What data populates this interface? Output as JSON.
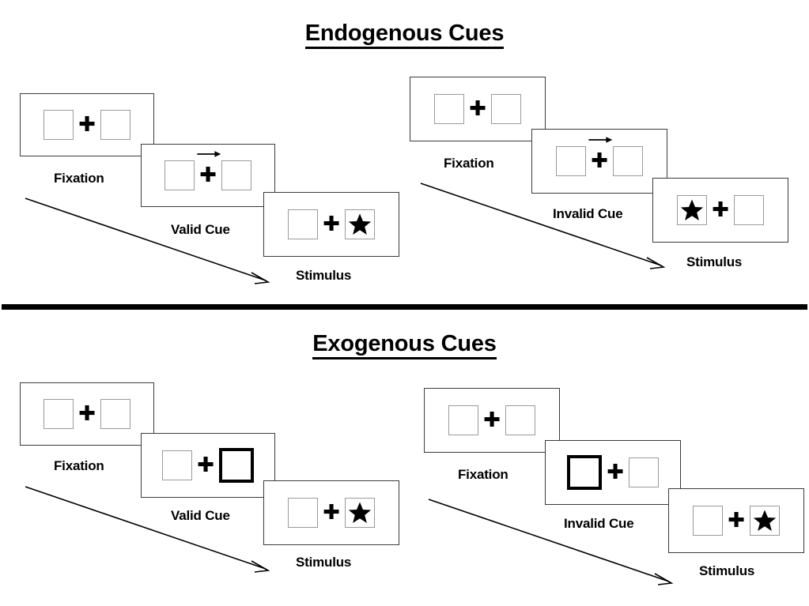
{
  "diagram": {
    "title_top": "Endogenous Cues",
    "title_bottom": "Exogenous Cues"
  },
  "colors": {
    "background": "#ffffff",
    "ink": "#000000",
    "panel_border": "#3a3a3a",
    "box_border": "#9a9a9a",
    "highlight_border": "#000000"
  },
  "labels": {
    "fixation": "Fixation",
    "valid_cue": "Valid Cue",
    "invalid_cue": "Invalid Cue",
    "stimulus": "Stimulus"
  },
  "sections": [
    {
      "id": "endogenous",
      "title": "Endogenous Cues",
      "cue_type": "arrow",
      "sequences": [
        {
          "id": "endogenous-valid",
          "validity": "valid",
          "cue_label": "Valid Cue",
          "frames": [
            {
              "name": "fixation",
              "caption": "Fixation",
              "left_box": "empty",
              "right_box": "empty",
              "cue": "none",
              "target": "none"
            },
            {
              "name": "cue",
              "caption": "Valid Cue",
              "left_box": "empty",
              "right_box": "empty",
              "cue": "arrow-right",
              "target": "none"
            },
            {
              "name": "stimulus",
              "caption": "Stimulus",
              "left_box": "empty",
              "right_box": "star",
              "cue": "none",
              "target": "right"
            }
          ]
        },
        {
          "id": "endogenous-invalid",
          "validity": "invalid",
          "cue_label": "Invalid Cue",
          "frames": [
            {
              "name": "fixation",
              "caption": "Fixation",
              "left_box": "empty",
              "right_box": "empty",
              "cue": "none",
              "target": "none"
            },
            {
              "name": "cue",
              "caption": "Invalid Cue",
              "left_box": "empty",
              "right_box": "empty",
              "cue": "arrow-right",
              "target": "none"
            },
            {
              "name": "stimulus",
              "caption": "Stimulus",
              "left_box": "star",
              "right_box": "empty",
              "cue": "none",
              "target": "left"
            }
          ]
        }
      ]
    },
    {
      "id": "exogenous",
      "title": "Exogenous Cues",
      "cue_type": "box-flash",
      "sequences": [
        {
          "id": "exogenous-valid",
          "validity": "valid",
          "cue_label": "Valid Cue",
          "frames": [
            {
              "name": "fixation",
              "caption": "Fixation",
              "left_box": "empty",
              "right_box": "empty",
              "cue": "none",
              "target": "none"
            },
            {
              "name": "cue",
              "caption": "Valid Cue",
              "left_box": "empty",
              "right_box": "highlight",
              "cue": "box-right",
              "target": "none"
            },
            {
              "name": "stimulus",
              "caption": "Stimulus",
              "left_box": "empty",
              "right_box": "star",
              "cue": "none",
              "target": "right"
            }
          ]
        },
        {
          "id": "exogenous-invalid",
          "validity": "invalid",
          "cue_label": "Invalid Cue",
          "frames": [
            {
              "name": "fixation",
              "caption": "Fixation",
              "left_box": "empty",
              "right_box": "empty",
              "cue": "none",
              "target": "none"
            },
            {
              "name": "cue",
              "caption": "Invalid Cue",
              "left_box": "highlight",
              "right_box": "empty",
              "cue": "box-left",
              "target": "none"
            },
            {
              "name": "stimulus",
              "caption": "Stimulus",
              "left_box": "empty",
              "right_box": "star",
              "cue": "none",
              "target": "right"
            }
          ]
        }
      ]
    }
  ],
  "icons": {
    "fixation_cross": "plus-icon",
    "target": "star-icon",
    "cue": "arrow-right-icon",
    "flow": "flow-arrow-icon"
  }
}
